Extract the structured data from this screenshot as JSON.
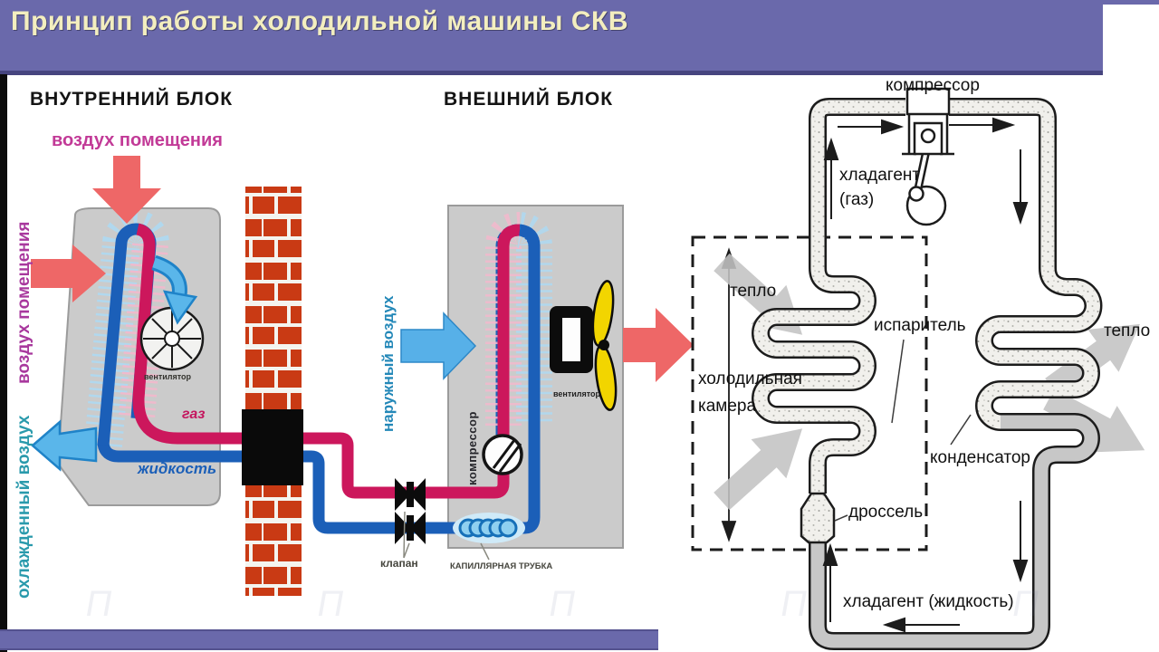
{
  "header": {
    "title": "Принцип работы холодильной машины СКВ"
  },
  "left_diagram": {
    "indoor_title": "ВНУТРЕННИЙ БЛОК",
    "outdoor_title": "ВНЕШНИЙ БЛОК",
    "room_air_top": "воздух помещения",
    "room_air_side": "воздух помещения",
    "cooled_air": "охлажденный воздух",
    "outside_air": "наружный воздух",
    "indoor_fan": "вентилятор",
    "outdoor_fan": "вентилятор",
    "compressor_vertical": "компрессор",
    "gas": "газ",
    "liquid": "жидкость",
    "valve": "клапан",
    "capillary_tube": "КАПИЛЛЯРНАЯ ТРУБКА"
  },
  "right_diagram": {
    "compressor": "компрессор",
    "refrigerant_gas_line1": "хладагент",
    "refrigerant_gas_line2": "(газ)",
    "heat_left": "тепло",
    "heat_right": "тепло",
    "evaporator": "испаритель",
    "cold_chamber_line1": "холодильная",
    "cold_chamber_line2": "камера",
    "condenser": "конденсатор",
    "throttle": "дроссель",
    "refrigerant_liquid": "хладагент (жидкость)"
  },
  "watermark": "П П П П П П П П",
  "colors": {
    "header_purple": "#6a69ab",
    "title_cream": "#f3eebf",
    "hot_pipe_crimson": "#cc175c",
    "cold_pipe_blue": "#1b5fb8",
    "air_arrow_red": "#ee6767",
    "air_arrow_blue": "#57b0e8",
    "magenta_text": "#c23a97",
    "teal_text": "#2a9aac",
    "brick_red": "#c93a14",
    "unit_gray": "#cbcbcb",
    "fan_yellow": "#f2d500",
    "schematic_ink": "#1c1c1c",
    "heat_arrow_gray": "#c3c3c3"
  }
}
